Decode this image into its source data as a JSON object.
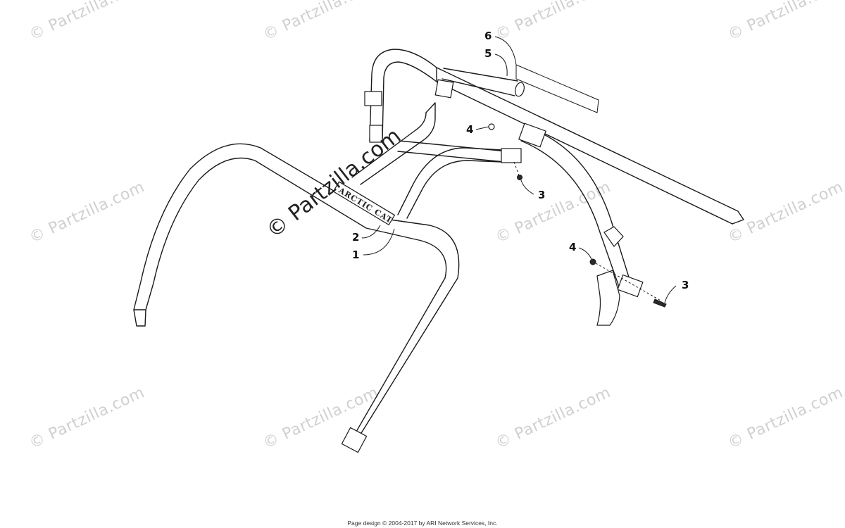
{
  "watermark": {
    "text": "© Partzilla.com",
    "center_text": "© Partzilla.com"
  },
  "decal": {
    "logo_text": "ARCTIC CAT"
  },
  "callouts": [
    {
      "id": "1",
      "label": "1"
    },
    {
      "id": "2",
      "label": "2"
    },
    {
      "id": "3a",
      "label": "3"
    },
    {
      "id": "3b",
      "label": "3"
    },
    {
      "id": "4a",
      "label": "4"
    },
    {
      "id": "4b",
      "label": "4"
    },
    {
      "id": "5",
      "label": "5"
    },
    {
      "id": "6",
      "label": "6"
    }
  ],
  "footer": {
    "copyright": "Page design © 2004-2017 by ARI Network Services, Inc."
  }
}
